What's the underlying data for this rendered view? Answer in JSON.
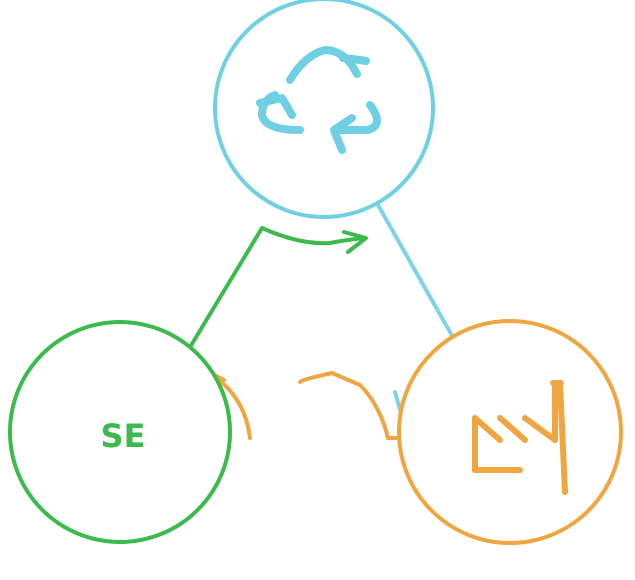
{
  "nodes": [
    {
      "id": "recycle",
      "icon": "recycle-icon",
      "color": "#6fd0e3",
      "fill": "#ffffff"
    },
    {
      "id": "industry",
      "icon": "factory-icon",
      "color": "#f0a640",
      "fill": "#ffffff"
    },
    {
      "id": "se",
      "label": "SE",
      "icon": "se-badge",
      "color": "#3dba4e",
      "fill": "#ffffff"
    }
  ],
  "arrows": [
    {
      "from": "recycle",
      "to": "industry",
      "color": "#7fd3e5"
    },
    {
      "from": "industry",
      "to": "se",
      "color": "#f0a640"
    },
    {
      "from": "se",
      "to": "recycle",
      "color": "#3dba4e"
    }
  ]
}
